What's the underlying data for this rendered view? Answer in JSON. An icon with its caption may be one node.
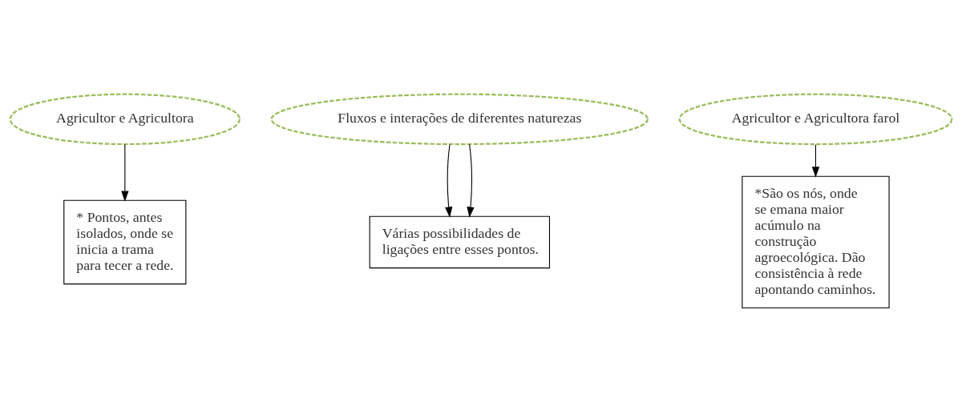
{
  "diagram": {
    "nodes": [
      {
        "text": [
          "Agricultor e Agricultora"
        ]
      },
      {
        "text": [
          "* Pontos, antes isolados, onde se inicia a trama para tecer a rede."
        ]
      },
      {
        "text": [
          "Fluxos e interações de diferentes naturezas"
        ]
      },
      {
        "text": [
          "Várias possibilidades de ligações entre esses pontos."
        ]
      },
      {
        "text": [
          "Agricultor e Agricultora farol"
        ]
      },
      {
        "text": [
          "*São os nós, onde se emana maior acúmulo na construção agroecológica. Dão consistência à rede apontando caminhos."
        ]
      }
    ],
    "edges": [
      {
        "from": 0,
        "to": 1,
        "arrow": "to"
      },
      {
        "from": 2,
        "to": 3,
        "arrow": "to"
      },
      {
        "from": 2,
        "to": 3,
        "arrow": "to"
      },
      {
        "from": 4,
        "to": 5,
        "arrow": "to"
      }
    ]
  }
}
